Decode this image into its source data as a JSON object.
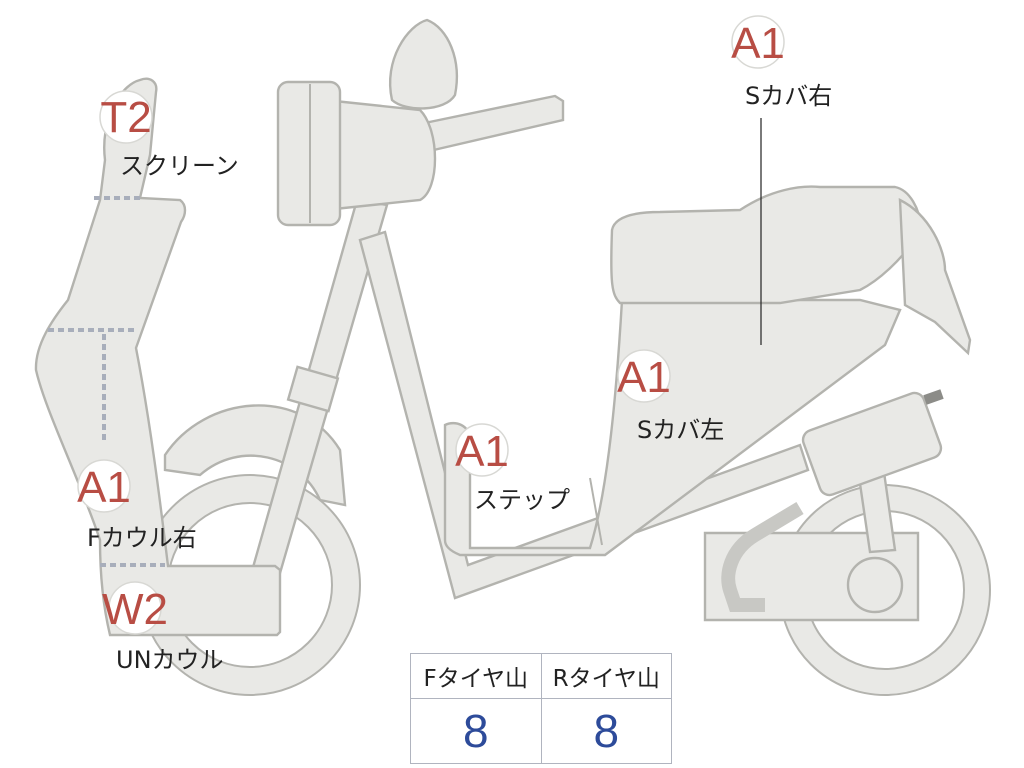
{
  "colors": {
    "code": "#b84d44",
    "value": "#2d4b9a",
    "body": "#e9e9e6",
    "outline": "#b3b3ae",
    "dash": "#a8aebb"
  },
  "labels": [
    {
      "id": "screen",
      "code": "T2",
      "part": "スクリーン"
    },
    {
      "id": "fcowl-right",
      "code": "A1",
      "part": "Fカウル右"
    },
    {
      "id": "uncowl",
      "code": "W2",
      "part": "UNカウル"
    },
    {
      "id": "step",
      "code": "A1",
      "part": "ステップ"
    },
    {
      "id": "scover-left",
      "code": "A1",
      "part": "Sカバ左"
    },
    {
      "id": "scover-right",
      "code": "A1",
      "part": "Sカバ右"
    }
  ],
  "tire": {
    "headers": [
      "Fタイヤ山",
      "Rタイヤ山"
    ],
    "values": [
      "8",
      "8"
    ]
  }
}
